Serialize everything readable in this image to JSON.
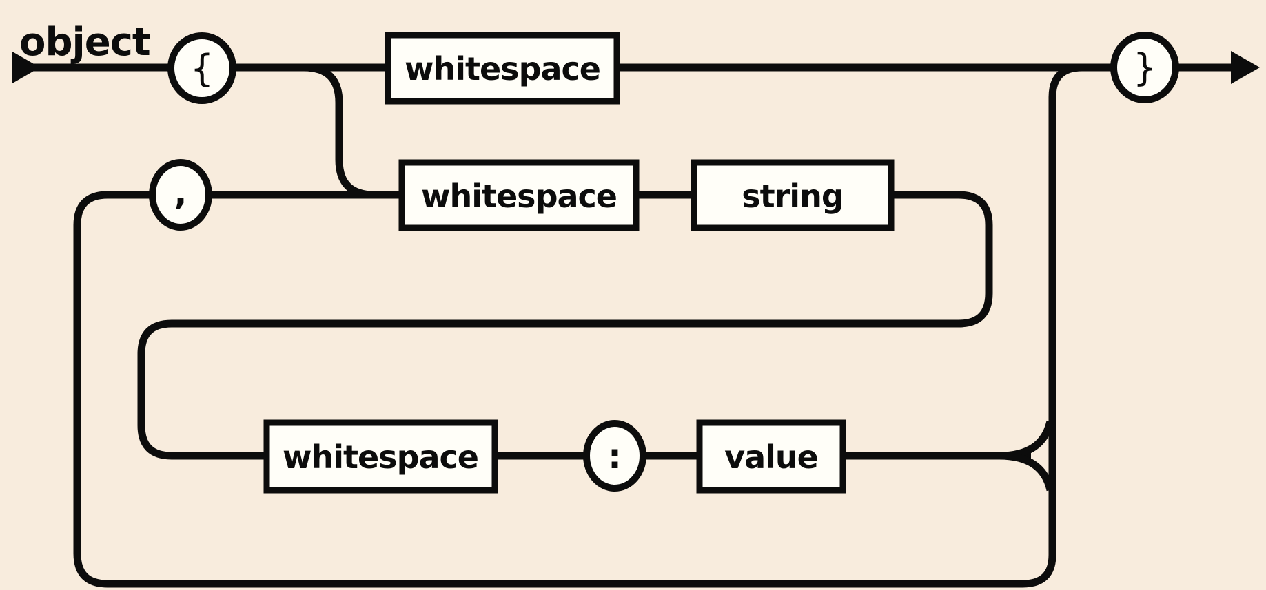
{
  "diagram": {
    "title": "object",
    "type": "railroad-syntax-diagram",
    "colors": {
      "background": "#f8ecdd",
      "line": "#0c0c0c",
      "node_fill": "#fffef8",
      "text": "#0c0c0c"
    },
    "terminals": [
      {
        "label": "{"
      },
      {
        "label": ","
      },
      {
        "label": ":"
      },
      {
        "label": "}"
      }
    ],
    "rules": [
      {
        "label": "whitespace"
      },
      {
        "label": "whitespace"
      },
      {
        "label": "string"
      },
      {
        "label": "whitespace"
      },
      {
        "label": "value"
      }
    ]
  }
}
